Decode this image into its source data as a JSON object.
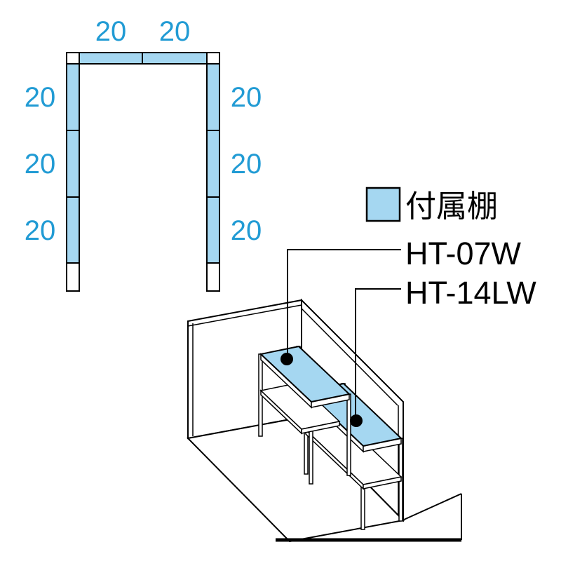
{
  "colors": {
    "shelf_fill": "#a5d7f1",
    "dim_text": "#219bd4",
    "line": "#000000"
  },
  "plan": {
    "top_labels": [
      "20",
      "20"
    ],
    "left_labels": [
      "20",
      "20",
      "20"
    ],
    "right_labels": [
      "20",
      "20",
      "20"
    ]
  },
  "legend": {
    "swatch_label": "付属棚",
    "models": [
      "HT-07W",
      "HT-14LW"
    ]
  }
}
